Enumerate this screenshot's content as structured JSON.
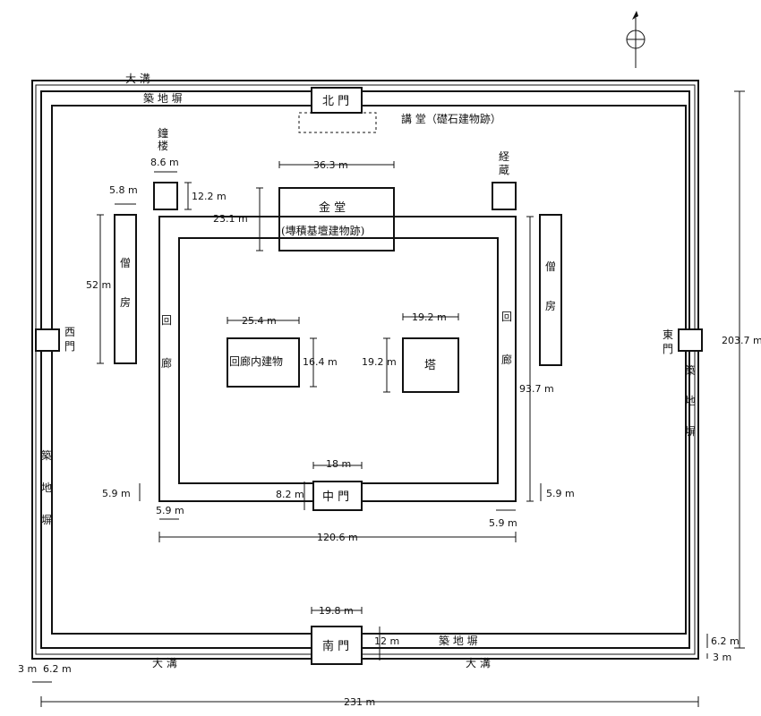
{
  "compass": {
    "north_mark": "N"
  },
  "perimeter": {
    "moat_label_top": "大 溝",
    "moat_label_bottom_left": "大 溝",
    "moat_label_bottom_right": "大 溝",
    "wall_label_top": "築 地 塀",
    "wall_label_bottom": "築 地 塀",
    "wall_label_left": [
      "築",
      "地",
      "塀"
    ],
    "wall_label_right": [
      "築",
      "地",
      "塀"
    ]
  },
  "gates": {
    "north": "北 門",
    "south": "南 門",
    "middle": "中 門",
    "west": [
      "西",
      "門"
    ],
    "east": [
      "東",
      "門"
    ]
  },
  "buildings": {
    "lecture_hall": "講 堂（礎石建物跡）",
    "bell_tower": [
      "鐘",
      "楼"
    ],
    "sutra_repository": [
      "経",
      "蔵"
    ],
    "golden_hall_title": "金 堂",
    "golden_hall_sub": "(塼積基壇建物跡)",
    "monks_left": [
      "僧",
      "房"
    ],
    "monks_right": [
      "僧",
      "房"
    ],
    "corridor_left": [
      "回",
      "廊"
    ],
    "corridor_right": [
      "回",
      "廊"
    ],
    "inner_building": "回廊内建物",
    "pagoda": "塔"
  },
  "dimensions": {
    "golden_hall_width": "36.3",
    "golden_hall_depth": "23.1",
    "bell_tower_width": "8.6",
    "bell_tower_depth": "12.2",
    "monks_width": "5.8",
    "monks_length": "52",
    "inner_bldg_width": "25.4",
    "inner_bldg_depth": "16.4",
    "pagoda_width": "19.2",
    "pagoda_depth": "19.2",
    "corridor_length": "93.7",
    "middle_gate_width": "18",
    "middle_gate_depth": "8.2",
    "corridor_w_left_v": "5.9",
    "corridor_w_left_h": "5.9",
    "corridor_w_right_v": "5.9",
    "corridor_w_right_h": "5.9",
    "corridor_total": "120.6",
    "south_gate_width": "19.8",
    "south_gate_depth": "12",
    "outer_length": "203.7",
    "wall_width_right": "6.2",
    "moat_width_right": "3",
    "moat_width_left": "3",
    "wall_width_left": "6.2",
    "outer_width": "231"
  },
  "units": {
    "m": "m"
  }
}
